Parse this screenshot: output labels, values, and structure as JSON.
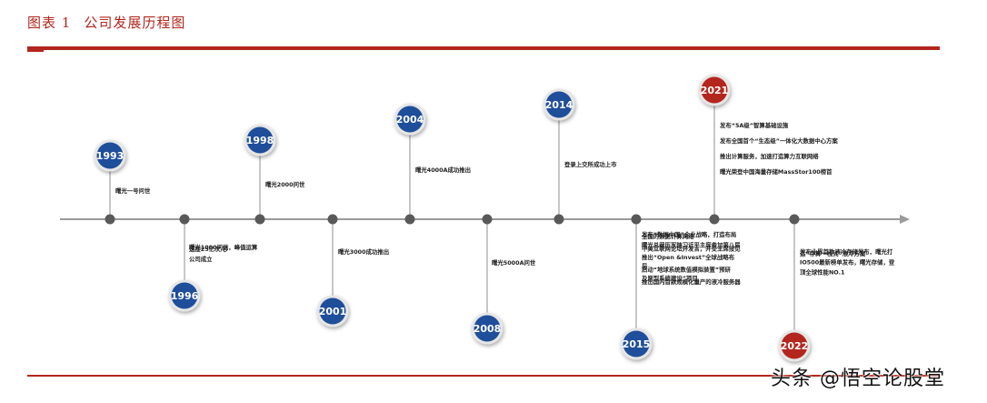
{
  "header": {
    "figure_label": "图表 1",
    "title": "公司发展历程图"
  },
  "colors": {
    "blue": "#1f4e9a",
    "red": "#b3261e",
    "axis": "#9a9a9a",
    "dot": "#595959",
    "text": "#222222"
  },
  "events": [
    {
      "year": "1993",
      "theme": "blue",
      "side": "up",
      "lines": [
        "曙光一号问世"
      ]
    },
    {
      "year": "1996",
      "theme": "blue",
      "side": "down",
      "lines": [
        "曙光1000问世，峰值运算",
        "速度25亿次/秒",
        "公司成立"
      ]
    },
    {
      "year": "1998",
      "theme": "blue",
      "side": "up",
      "lines": [
        "曙光2000问世"
      ]
    },
    {
      "year": "2001",
      "theme": "blue",
      "side": "down",
      "lines": [
        "曙光3000成功推出"
      ]
    },
    {
      "year": "2004",
      "theme": "blue",
      "side": "up",
      "lines": [
        "曙光4000A成功推出"
      ]
    },
    {
      "year": "2008",
      "theme": "blue",
      "side": "down",
      "lines": [
        "曙光5000A问世"
      ]
    },
    {
      "year": "2014",
      "theme": "blue",
      "side": "up",
      "lines": [
        "登录上交所成功上市"
      ]
    },
    {
      "year": "2015",
      "theme": "blue",
      "side": "down",
      "lines": [
        "发布“数据中国”企业战略，打造布局",
        "全国的数据计算网络",
        "曙光总裁历军随习近平主席参加第八届",
        "中美互联网论坛并发言，并受主席接见",
        "推出“Open &Invest”全球战略布",
        "局",
        "启动“地球系统数值模拟装置”预研",
        "及原型系统建设”项目",
        "推出国内首款规模化量产的液冷服务器"
      ]
    },
    {
      "year": "2021",
      "theme": "red",
      "side": "up",
      "lines": [
        "发布“5A级”智算基础设施",
        "发布全国首个“生态级”一体化大数据中心方案",
        "推出计算服务，加速打造算力互联网络",
        "曙光荣登中国海量存储MassStor100榜首"
      ]
    },
    {
      "year": "2022",
      "theme": "red",
      "side": "down",
      "lines": [
        "发布业界首款液冷存储发布，曙光打",
        "造“存算一栈式”液冷方案",
        "IO500最新榜单发布，曙光存储，登",
        "顶全球性能NO.1"
      ]
    }
  ],
  "watermark": "头条 @悟空论股堂"
}
